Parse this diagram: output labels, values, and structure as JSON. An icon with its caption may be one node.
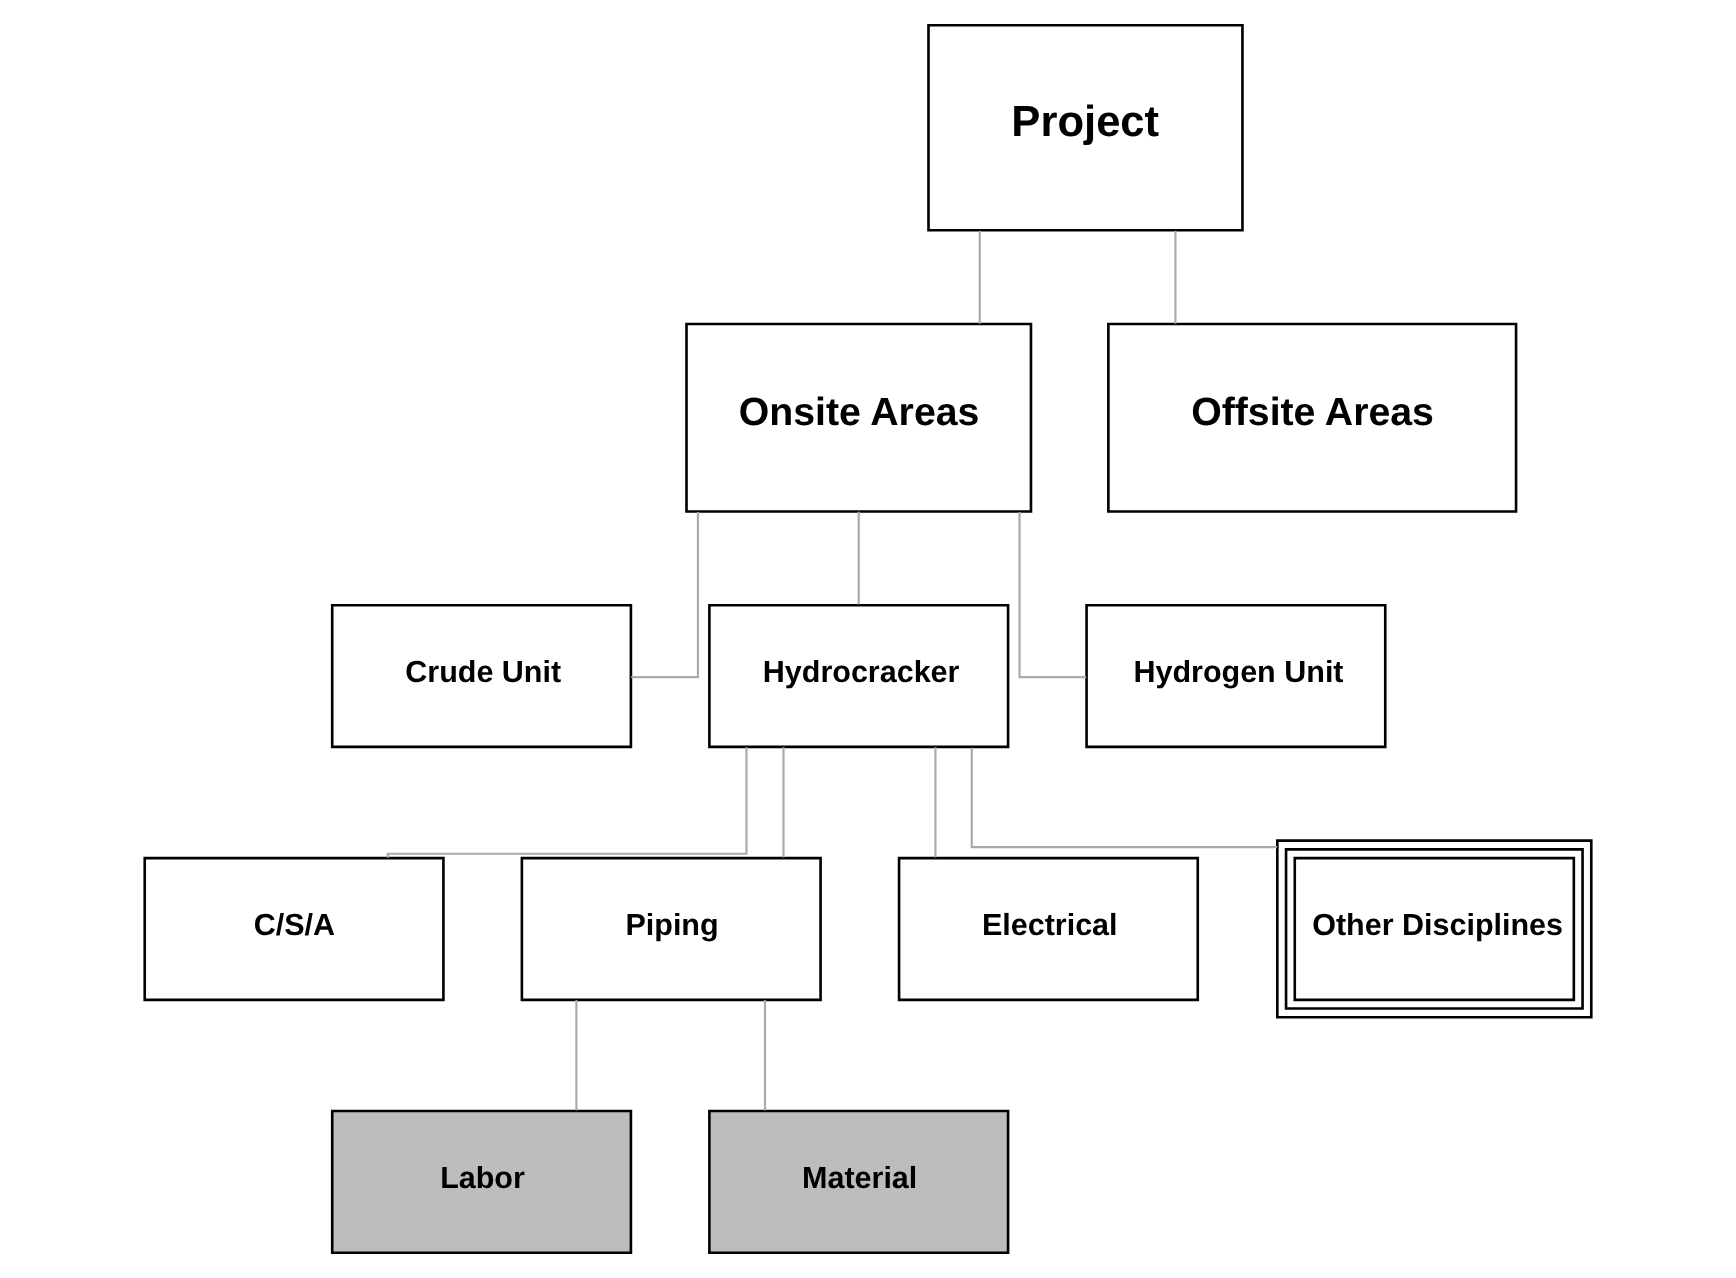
{
  "diagram": {
    "nodes": [
      {
        "text": [
          "Project"
        ]
      },
      {
        "text": [
          "Onsite Areas"
        ]
      },
      {
        "text": [
          "Offsite Areas"
        ]
      },
      {
        "text": [
          "Crude Unit"
        ]
      },
      {
        "text": [
          "Hydrocracker"
        ]
      },
      {
        "text": [
          "Hydrogen Unit"
        ]
      },
      {
        "text": [
          "C/S/A"
        ]
      },
      {
        "text": [
          "Piping"
        ]
      },
      {
        "text": [
          "Electrical"
        ]
      },
      {
        "text": [
          "Other Disciplines"
        ]
      },
      {
        "text": [
          "Labor"
        ]
      },
      {
        "text": [
          "Material"
        ]
      }
    ],
    "edges": [
      {
        "from": 0,
        "to": 1,
        "arrow": "none"
      },
      {
        "from": 0,
        "to": 2,
        "arrow": "none"
      },
      {
        "from": 1,
        "to": 3,
        "arrow": "none"
      },
      {
        "from": 1,
        "to": 4,
        "arrow": "none"
      },
      {
        "from": 1,
        "to": 5,
        "arrow": "none"
      },
      {
        "from": 4,
        "to": 6,
        "arrow": "none"
      },
      {
        "from": 4,
        "to": 7,
        "arrow": "none"
      },
      {
        "from": 4,
        "to": 8,
        "arrow": "none"
      },
      {
        "from": 4,
        "to": 9,
        "arrow": "none"
      },
      {
        "from": 7,
        "to": 10,
        "arrow": "none"
      },
      {
        "from": 7,
        "to": 11,
        "arrow": "none"
      }
    ]
  }
}
